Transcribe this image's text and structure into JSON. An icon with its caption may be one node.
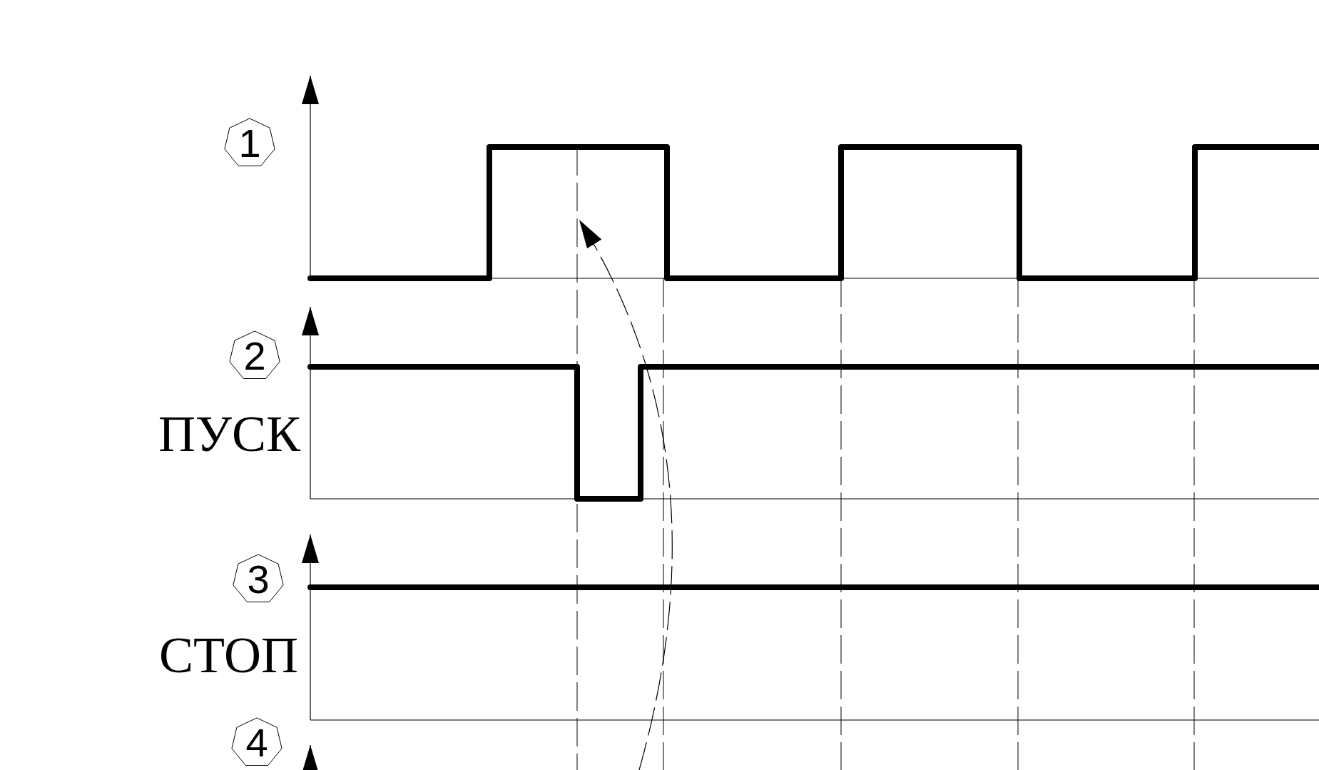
{
  "diagram": {
    "labels": [
      "1",
      "2",
      "ПУСК",
      "3",
      "СТОП",
      "4"
    ]
  }
}
